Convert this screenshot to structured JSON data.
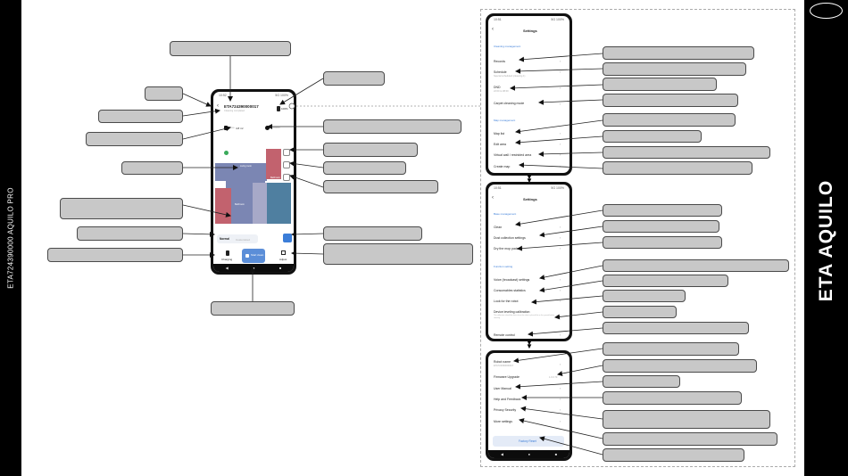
{
  "sidebar_left": {
    "code": "ETA724390000 AQUILO PRO"
  },
  "brand": {
    "title": "ETA AQUILO"
  },
  "main_phone": {
    "status_time": "10:52",
    "status_right": "5G 100%",
    "device_id": "ETA724390000017",
    "device_sub": "Cleaning completed",
    "battery": "100%",
    "area_label": "Area",
    "area_value": "4.8 m²",
    "time_label": "Duration",
    "rooms": [
      "Living room",
      "Bathroom",
      "Bathroom"
    ],
    "tab_normal": "Normal",
    "tab_custom": "Customized",
    "btn_charging": "Charging",
    "btn_start": "Start clean",
    "btn_adjust": "Adjust",
    "nav": [
      "◀",
      "●",
      "■"
    ]
  },
  "settings1": {
    "status_time": "10:51",
    "status_right": "5G 100%",
    "title": "Settings",
    "section_a": "Cleaning management",
    "items_a": [
      {
        "label": "Records",
        "sub": ""
      },
      {
        "label": "Schedule",
        "sub": "Special scheduled (cleaning 1)"
      },
      {
        "label": "DND",
        "sub": "22:00 to 08:00"
      },
      {
        "label": "Carpet cleaning mode",
        "sub": ""
      }
    ],
    "section_b": "Map management",
    "items_b": [
      {
        "label": "Map list",
        "sub": ""
      },
      {
        "label": "Edit area",
        "sub": ""
      },
      {
        "label": "Virtual wall / restricted area",
        "sub": ""
      },
      {
        "label": "Create map",
        "sub": ""
      }
    ]
  },
  "settings2": {
    "status_time": "10:51",
    "status_right": "5G 100%",
    "title": "Settings",
    "section_a": "Base management",
    "items_a": [
      {
        "label": "Clean",
        "sub": ""
      },
      {
        "label": "Dust collection settings",
        "sub": ""
      },
      {
        "label": "Dry the mop pads",
        "sub": ""
      }
    ],
    "section_b": "Function setting",
    "items_b": [
      {
        "label": "Voice (broadcast) settings",
        "sub": ""
      },
      {
        "label": "Consumables statistics",
        "sub": ""
      },
      {
        "label": "Look for the robot",
        "sub": ""
      },
      {
        "label": "Device leveling calibration",
        "sub": "The calibration should be done when the robot is placed flat on the ground before cleaning"
      },
      {
        "label": "Remote control",
        "sub": ""
      }
    ]
  },
  "settings3": {
    "items": [
      {
        "label": "Robot name",
        "sub": "ETA724390000017",
        "value": ""
      },
      {
        "label": "Firmware Upgrade",
        "sub": "",
        "value": "1.0.0.70"
      },
      {
        "label": "User Manual",
        "sub": "",
        "value": ""
      },
      {
        "label": "Help and Feedback",
        "sub": "",
        "value": ""
      },
      {
        "label": "Privacy Security",
        "sub": "",
        "value": ""
      },
      {
        "label": "More settings",
        "sub": "",
        "value": ""
      }
    ],
    "reset_button": "Factory Reset",
    "nav": [
      "◀",
      "●",
      "■"
    ]
  },
  "colors": {
    "callout_fill": "#c8c8c8",
    "callout_border": "#4a4a4a",
    "accent_blue": "#3b7dd8",
    "room_purple": "#7b86b3",
    "room_red": "#c2626e",
    "room_teal": "#4f7fa0"
  }
}
